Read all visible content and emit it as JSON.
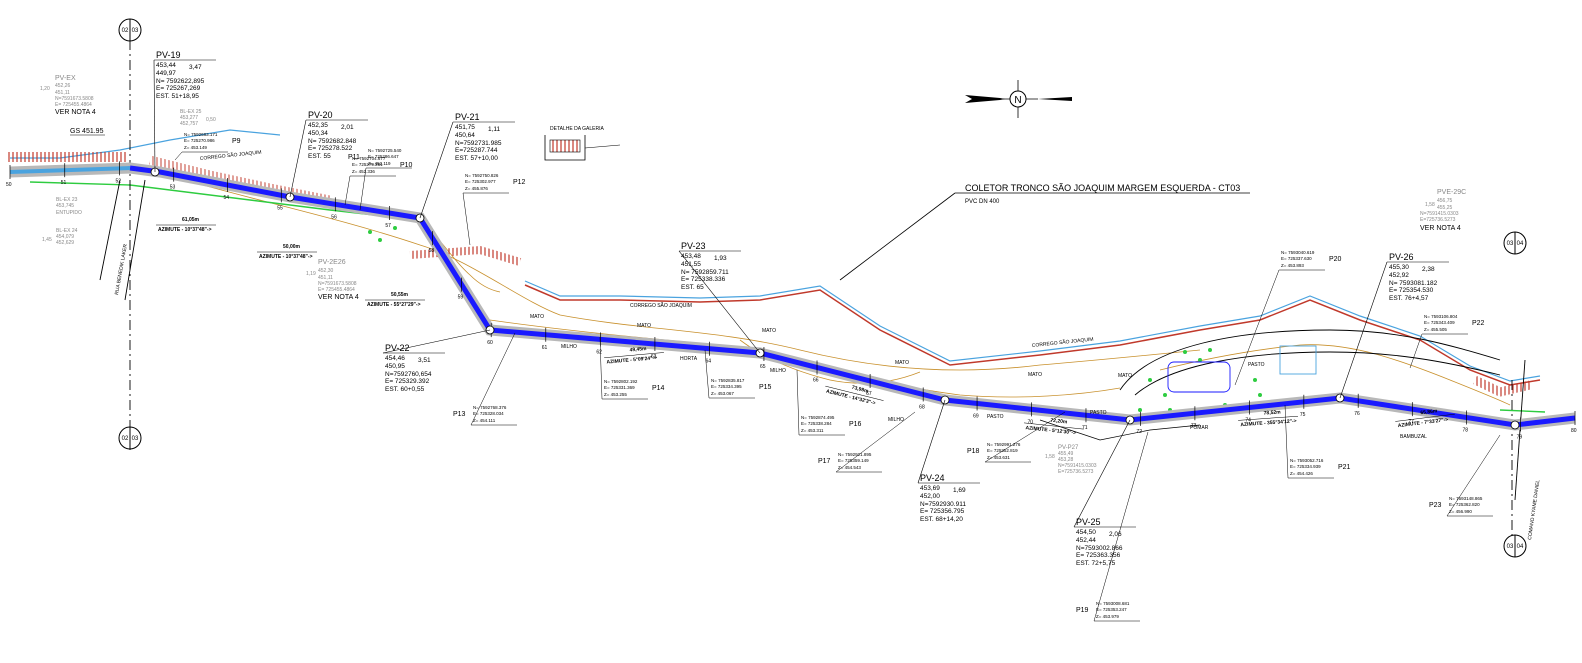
{
  "drawing_title": "COLETOR TRONCO SÃO JOAQUIM MARGEM ESQUERDA - CT03",
  "drawing_subtitle": "PVC DN 400",
  "north_label": "N",
  "gallery_detail_label": "DETALHE DA GALERIA",
  "section_marks": {
    "left_top": [
      "02",
      "03"
    ],
    "left_bottom": [
      "02",
      "03"
    ],
    "right_top": [
      "03",
      "04"
    ],
    "right_bottom": [
      "03",
      "04"
    ]
  },
  "ground_labels": {
    "mato": "MATO",
    "milho": "MILHO",
    "horta": "HORTA",
    "pasto": "PASTO",
    "pomar": "POMAR",
    "bambuzal": "BAMBUZAL",
    "corrego": "CORREGO SÃO JOAQUIM",
    "road_left": "RUA BENEDIK LAKER",
    "road_right": "COMANO KYAME DANIEL",
    "entupido": "ENTUPIDO"
  },
  "existing": {
    "gs_label": "GS 451.95",
    "pvex": [
      "PV-EX",
      "452,26",
      "451,11",
      "N=7591673.5808",
      "E= 725455.4864"
    ],
    "pvex_depth": "1,20",
    "pvex_note": "VER NOTA 4",
    "blex25": [
      "BL-EX 25",
      "453,277",
      "452,757"
    ],
    "blex25_depth": "0,50",
    "blex23": [
      "BL-EX 23",
      "453,745"
    ],
    "blex24": [
      "BL-EX 24",
      "454,079",
      "452,629"
    ],
    "blex24_depth": "1,45",
    "pv2e26": [
      "PV-2E26",
      "452,30",
      "451,11",
      "N=7591673.5808",
      "E= 725455.4864"
    ],
    "pv2e26_depth": "1,19",
    "pv2e26_note": "VER NOTA 4",
    "pvp27": [
      "PV-P27",
      "455,49",
      "453,28",
      "N=7591415.0303",
      "E=725736.5273"
    ],
    "pvp27_depth": "1,58",
    "pve29c": [
      "PVE-29C",
      "456,75",
      "455,25",
      "N=7591415.0303",
      "E=725736.5273"
    ],
    "pve29c_depth": "1,58",
    "pve29c_note": "VER NOTA 4"
  },
  "manholes": [
    {
      "id": "PV-19",
      "top": "453,44",
      "depth": "3,47",
      "bottom": "449,97",
      "n": "N= 7592622,895",
      "e": "E= 725267,269",
      "est": "EST. 51+18,95"
    },
    {
      "id": "PV-20",
      "top": "452,35",
      "depth": "2,01",
      "bottom": "450,34",
      "n": "N= 7592682.848",
      "e": "E= 725278.522",
      "est": "EST. 55"
    },
    {
      "id": "PV-21",
      "top": "451,75",
      "depth": "1,11",
      "bottom": "450,64",
      "n": "N=7592731.985",
      "e": "E=725287.744",
      "est": "EST. 57+10,00"
    },
    {
      "id": "PV-22",
      "top": "454,46",
      "depth": "3,51",
      "bottom": "450,95",
      "n": "N=7592760,654",
      "e": "E= 725329.392",
      "est": "EST. 60+0,55"
    },
    {
      "id": "PV-23",
      "top": "453,48",
      "depth": "1,93",
      "bottom": "451,55",
      "n": "N= 7592859.711",
      "e": "E= 725338.336",
      "est": "EST. 65"
    },
    {
      "id": "PV-24",
      "top": "453,69",
      "depth": "1,69",
      "bottom": "452,00",
      "n": "N=7592930.911",
      "e": "E= 725356.795",
      "est": "EST. 68+14,20"
    },
    {
      "id": "PV-25",
      "top": "454,50",
      "depth": "2,06",
      "bottom": "452,44",
      "n": "N=7593002.866",
      "e": "E= 725363.356",
      "est": "EST. 72+5,75"
    },
    {
      "id": "PV-26",
      "top": "455,30",
      "depth": "2,38",
      "bottom": "452,92",
      "n": "N= 7593081.182",
      "e": "E= 725354.530",
      "est": "EST. 76+4,57"
    }
  ],
  "points": [
    {
      "id": "P9",
      "n": "N= 7592683.171",
      "e": "E= 725270.986",
      "z": "Z= 453.149"
    },
    {
      "id": "P10",
      "n": "N= 7592704.677",
      "e": "E= 725279.251",
      "z": "Z= 452.336"
    },
    {
      "id": "P11",
      "n": "N= 7592725.540",
      "e": "E= 725286.647",
      "z": "Z= 452.119"
    },
    {
      "id": "P12",
      "n": "N= 7592750.826",
      "e": "E= 725302.977",
      "z": "Z= 455.876"
    },
    {
      "id": "P13",
      "n": "N= 7592768.376",
      "e": "E= 725328.034",
      "z": "Z= 454.111"
    },
    {
      "id": "P14",
      "n": "N= 7592802.192",
      "e": "E= 725331.369",
      "z": "Z= 453.255"
    },
    {
      "id": "P15",
      "n": "N= 7592835.817",
      "e": "E= 725334.395",
      "z": "Z= 453.067"
    },
    {
      "id": "P16",
      "n": "N= 7592874.495",
      "e": "E= 725338.284",
      "z": "Z= 453.311"
    },
    {
      "id": "P17",
      "n": "N= 7592921.895",
      "e": "E= 725359.149",
      "z": "Z= 454.543"
    },
    {
      "id": "P18",
      "n": "N= 7592991.276",
      "e": "E= 725352.819",
      "z": "Z= 453.631"
    },
    {
      "id": "P19",
      "n": "N= 7593008.681",
      "e": "E= 725353.247",
      "z": "Z= 453.979"
    },
    {
      "id": "P20",
      "n": "N= 7593040.619",
      "e": "E= 725337.630",
      "z": "Z= 453.893"
    },
    {
      "id": "P21",
      "n": "N= 7593052.716",
      "e": "E= 725334.939",
      "z": "Z= 454.426"
    },
    {
      "id": "P22",
      "n": "N= 7593106.804",
      "e": "E= 725343.409",
      "z": "Z= 455.505"
    },
    {
      "id": "P23",
      "n": "N= 7593148.865",
      "e": "E= 725362.820",
      "z": "Z= 456.990"
    }
  ],
  "segments": [
    {
      "len": "61,05m",
      "az": "AZIMUTE - 10°37'48\"->"
    },
    {
      "len": "50,00m",
      "az": "AZIMUTE - 10°37'48\"->"
    },
    {
      "len": "50,55m",
      "az": "AZIMUTE - 55°27'29\"->"
    },
    {
      "len": "49,45m",
      "az": "AZIMUTE - 5°09'24\"->"
    },
    {
      "len": "73,98m",
      "az": "AZIMUTE - 14°32'3\"->"
    },
    {
      "len": "72,20m",
      "az": "AZIMUTE - 5°12'30\"->"
    },
    {
      "len": "78,52m",
      "az": "AZIMUTE - 355°34'12\"->"
    },
    {
      "len": "65,86m",
      "az": "AZIMUTE - 7°33'27\"->"
    }
  ],
  "stations": [
    "50",
    "51",
    "52",
    "53",
    "54",
    "55",
    "56",
    "57",
    "58",
    "59",
    "60",
    "61",
    "62",
    "63",
    "64",
    "65",
    "66",
    "67",
    "68",
    "69",
    "70",
    "71",
    "72",
    "73",
    "74",
    "75",
    "76",
    "77",
    "78",
    "79",
    "80"
  ],
  "colors": {
    "pipe": "#1a1aff",
    "pipe_band": "#b8b8b8",
    "embankment": "#c0392b",
    "river": "#4aa3df",
    "contour": "#c8902c",
    "green": "#2ecc40"
  }
}
